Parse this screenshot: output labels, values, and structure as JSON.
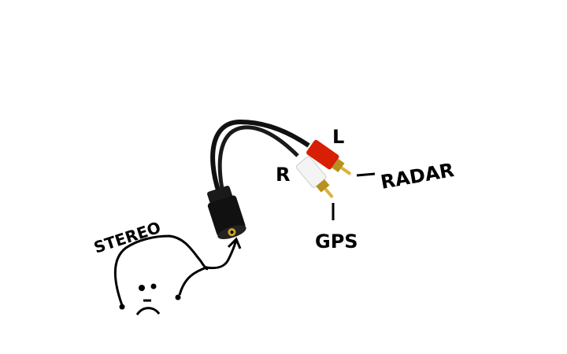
{
  "annotations": {
    "left_label": "L",
    "right_label": "R",
    "radar_label": "RADAR",
    "gps_label": "GPS",
    "stereo_label": "STEREO"
  },
  "colors": {
    "cable": "#111111",
    "red_plug": "#d81e05",
    "white_plug": "#f4f4f4",
    "gold_tip": "#c9a227",
    "ink": "#000000"
  }
}
